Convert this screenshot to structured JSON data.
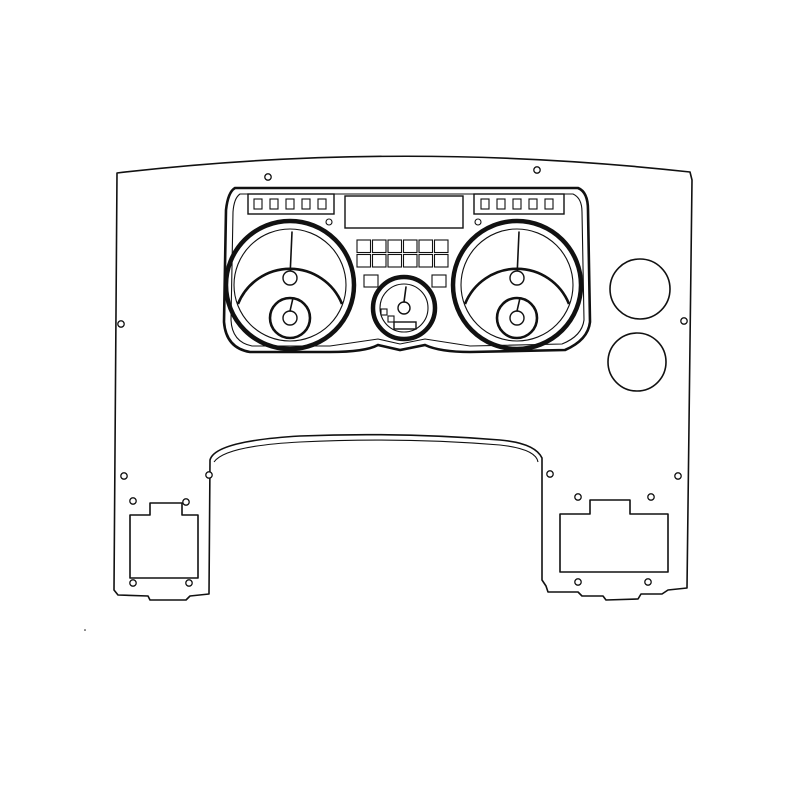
{
  "drawing": {
    "subject": "",
    "line_color": "#111111",
    "background_color": "#ffffff"
  },
  "cluster": {
    "left_gauge": {
      "pointer": "needle"
    },
    "right_gauge": {
      "pointer": "needle"
    },
    "center_gauge": {
      "pointer": "needle"
    },
    "left_indicator_count": 5,
    "right_indicator_count": 5,
    "center_grid": {
      "rows": 2,
      "cols": 6
    }
  }
}
